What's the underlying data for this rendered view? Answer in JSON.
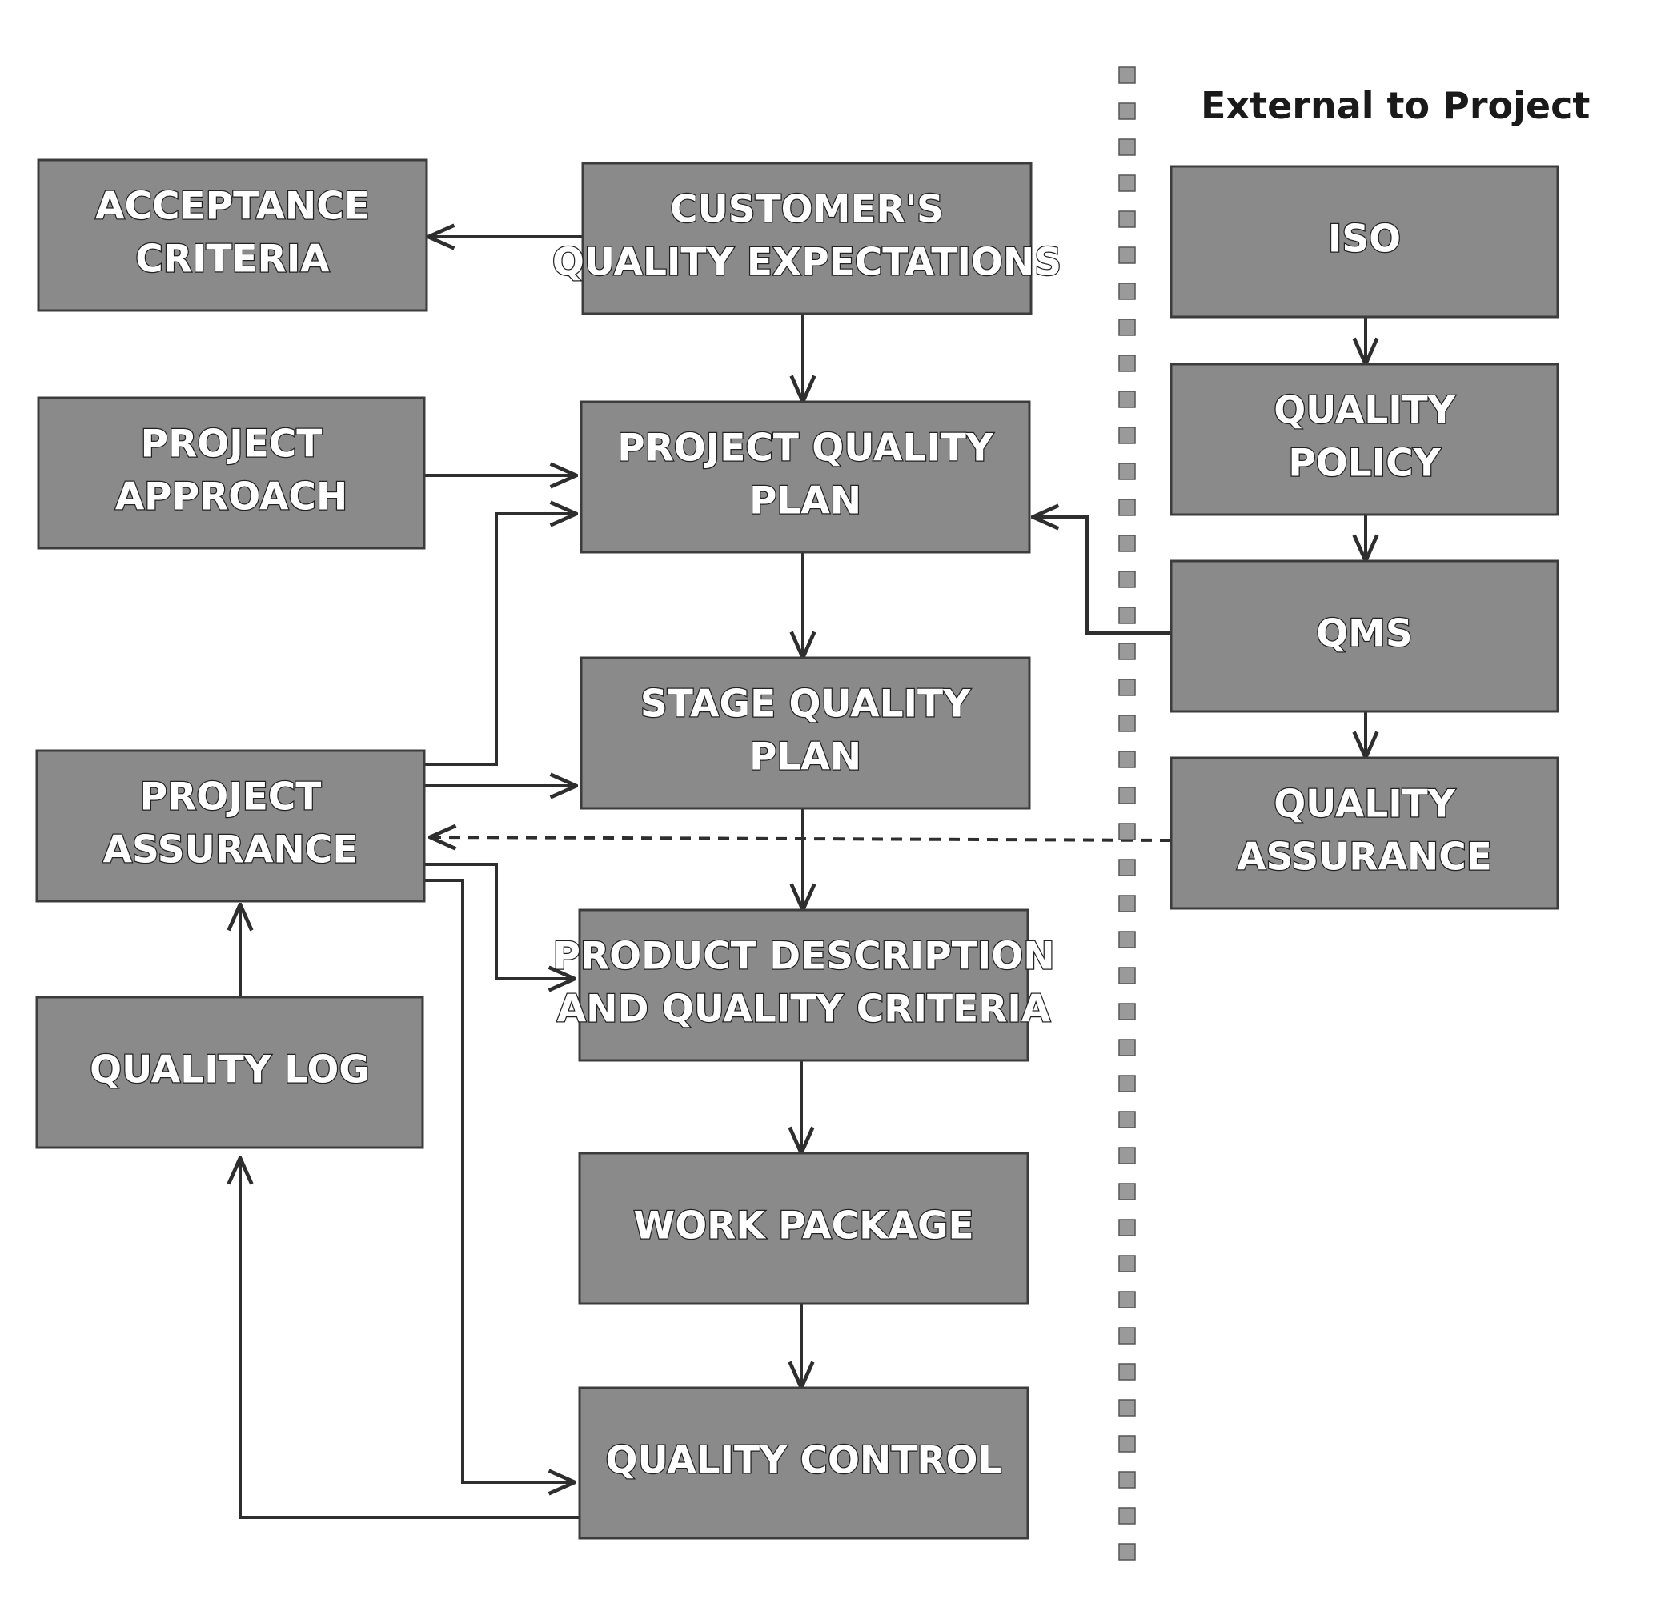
{
  "region_label": "External to Project",
  "nodes": [
    {
      "id": "acceptance",
      "lines": [
        "ACCEPTANCE",
        "CRITERIA"
      ]
    },
    {
      "id": "customer",
      "lines": [
        "CUSTOMER'S",
        "QUALITY EXPECTATIONS"
      ]
    },
    {
      "id": "approach",
      "lines": [
        "PROJECT",
        "APPROACH"
      ]
    },
    {
      "id": "pqp",
      "lines": [
        "PROJECT QUALITY",
        "PLAN"
      ]
    },
    {
      "id": "sqp",
      "lines": [
        "STAGE QUALITY",
        "PLAN"
      ]
    },
    {
      "id": "assurance",
      "lines": [
        "PROJECT",
        "ASSURANCE"
      ]
    },
    {
      "id": "product",
      "lines": [
        "PRODUCT DESCRIPTION",
        "AND QUALITY CRITERIA"
      ]
    },
    {
      "id": "qlog",
      "lines": [
        "QUALITY LOG"
      ]
    },
    {
      "id": "workpkg",
      "lines": [
        "WORK PACKAGE"
      ]
    },
    {
      "id": "qc",
      "lines": [
        "QUALITY CONTROL"
      ]
    },
    {
      "id": "iso",
      "lines": [
        "ISO"
      ]
    },
    {
      "id": "policy",
      "lines": [
        "QUALITY",
        "POLICY"
      ]
    },
    {
      "id": "qms",
      "lines": [
        "QMS"
      ]
    },
    {
      "id": "qa",
      "lines": [
        "QUALITY",
        "ASSURANCE"
      ]
    }
  ],
  "edges": [
    {
      "from": "customer",
      "to": "acceptance",
      "style": "solid"
    },
    {
      "from": "customer",
      "to": "pqp",
      "style": "solid"
    },
    {
      "from": "approach",
      "to": "pqp",
      "style": "solid"
    },
    {
      "from": "assurance",
      "to": "pqp",
      "style": "solid"
    },
    {
      "from": "qms",
      "to": "pqp",
      "style": "solid"
    },
    {
      "from": "pqp",
      "to": "sqp",
      "style": "solid"
    },
    {
      "from": "assurance",
      "to": "sqp",
      "style": "solid"
    },
    {
      "from": "sqp",
      "to": "product",
      "style": "solid"
    },
    {
      "from": "assurance",
      "to": "product",
      "style": "solid"
    },
    {
      "from": "assurance",
      "to": "qc",
      "style": "solid"
    },
    {
      "from": "product",
      "to": "workpkg",
      "style": "solid"
    },
    {
      "from": "workpkg",
      "to": "qc",
      "style": "solid"
    },
    {
      "from": "qc",
      "to": "qlog",
      "style": "solid"
    },
    {
      "from": "qlog",
      "to": "assurance",
      "style": "solid"
    },
    {
      "from": "iso",
      "to": "policy",
      "style": "solid"
    },
    {
      "from": "policy",
      "to": "qms",
      "style": "solid"
    },
    {
      "from": "qms",
      "to": "qa",
      "style": "solid"
    },
    {
      "from": "qa",
      "to": "assurance",
      "style": "dashed"
    }
  ]
}
